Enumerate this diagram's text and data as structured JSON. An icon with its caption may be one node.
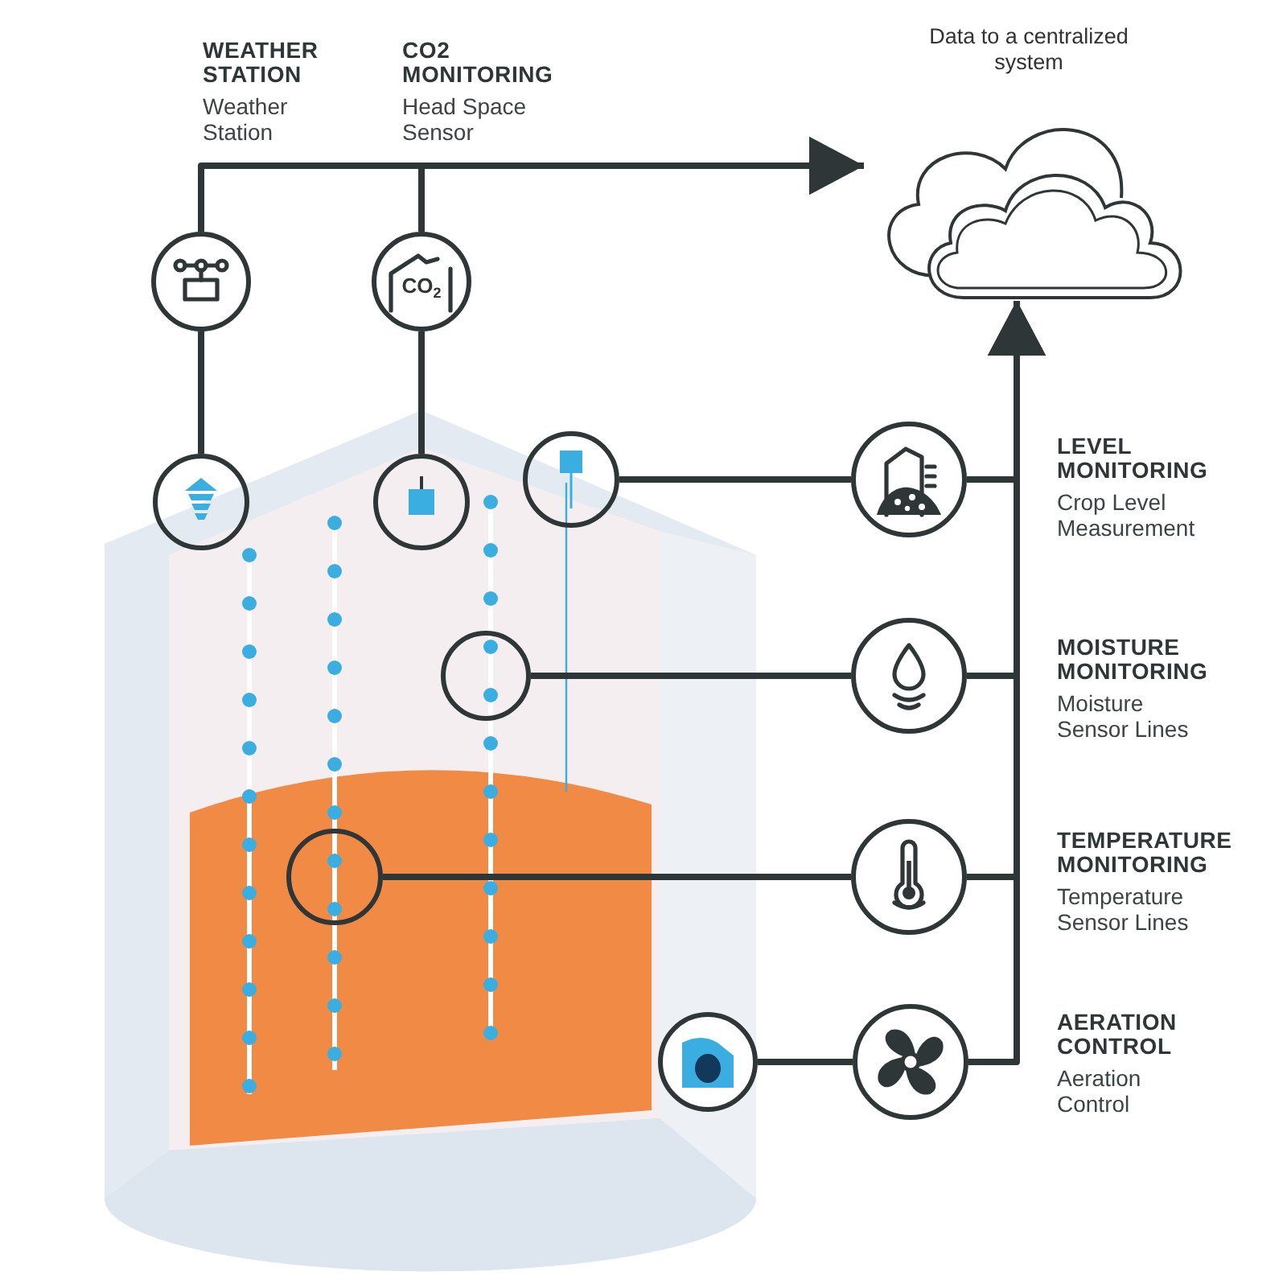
{
  "diagram": {
    "nodes": [
      {
        "text": [],
        "shape": "circle",
        "beside": [
          "WEATHER STATION",
          "Weather Station"
        ]
      },
      {
        "text": [
          "CO$_{2}$"
        ],
        "beside": [
          "CO2 MONITORING",
          "Head Space Sensor"
        ]
      },
      {
        "text": [
          "Data to a centralized system"
        ]
      },
      {
        "text": [],
        "shape": "circle"
      },
      {
        "text": [],
        "shape": "circle"
      },
      {
        "text": [],
        "shape": "circle"
      },
      {
        "text": [],
        "shape": "circle"
      },
      {
        "text": [],
        "shape": "circle"
      },
      {
        "text": [],
        "shape": "circle"
      },
      {
        "text": [],
        "shape": "circle",
        "beside": [
          "LEVEL MONITORING",
          "Crop Level Measurement"
        ]
      },
      {
        "text": [],
        "shape": "circle",
        "beside": [
          "MOISTURE MONITORING",
          "Moisture Sensor Lines"
        ]
      },
      {
        "text": [],
        "shape": "circle",
        "beside": [
          "TEMPERATURE MONITORING",
          "Temperature Sensor Lines"
        ]
      },
      {
        "text": [],
        "shape": "circle",
        "beside": [
          "AERATION CONTROL",
          "Aeration Control"
        ]
      }
    ],
    "edges": [
      {
        "from": 3,
        "to": 0,
        "arrow": "none"
      },
      {
        "from": 4,
        "to": 1,
        "arrow": "none"
      },
      {
        "from": 0,
        "to": 2,
        "arrow": "to"
      },
      {
        "from": 1,
        "to": 2,
        "arrow": "to"
      },
      {
        "from": 5,
        "to": 9,
        "arrow": "none"
      },
      {
        "from": 6,
        "to": 10,
        "arrow": "none"
      },
      {
        "from": 7,
        "to": 11,
        "arrow": "none"
      },
      {
        "from": 8,
        "to": 12,
        "arrow": "none"
      },
      {
        "from": 9,
        "to": 2,
        "arrow": "to"
      },
      {
        "from": 10,
        "to": 2,
        "arrow": "to"
      },
      {
        "from": 11,
        "to": 2,
        "arrow": "to"
      },
      {
        "from": 12,
        "to": 2,
        "arrow": "to"
      }
    ]
  }
}
